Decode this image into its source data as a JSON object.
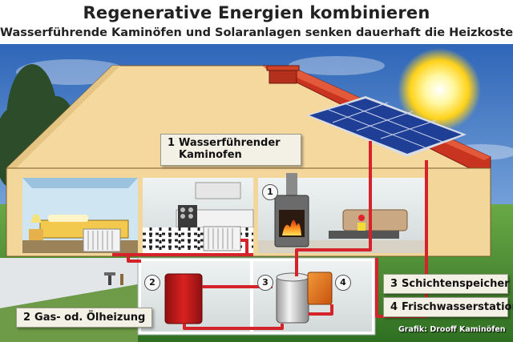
{
  "header": {
    "title": "Regenerative Energien kombinieren",
    "subtitle": "Wasserführende Kaminöfen und Solaranlagen senken dauerhaft die Heizkosten"
  },
  "callouts": {
    "stove": {
      "number": "1",
      "line1": "Wasserführender",
      "line2": "Kaminofen"
    },
    "boiler": {
      "number": "2",
      "label": "Gas- od. Ölheizung"
    },
    "storage": {
      "number": "3",
      "label": "Schichtenspeicher"
    },
    "freshwater": {
      "number": "4",
      "label": "Frischwasserstation"
    }
  },
  "badges": {
    "stove": "1",
    "boiler": "2",
    "storage": "3",
    "freshwater": "4"
  },
  "credit": "Grafik: Drooff Kaminöfen",
  "colors": {
    "sky": "#4a7fc4",
    "facade": "#f3d69a",
    "roof": "#c8341f",
    "pipe": "#d4232a",
    "panel": "#1f3e95",
    "grass": "#3f8a2c"
  }
}
